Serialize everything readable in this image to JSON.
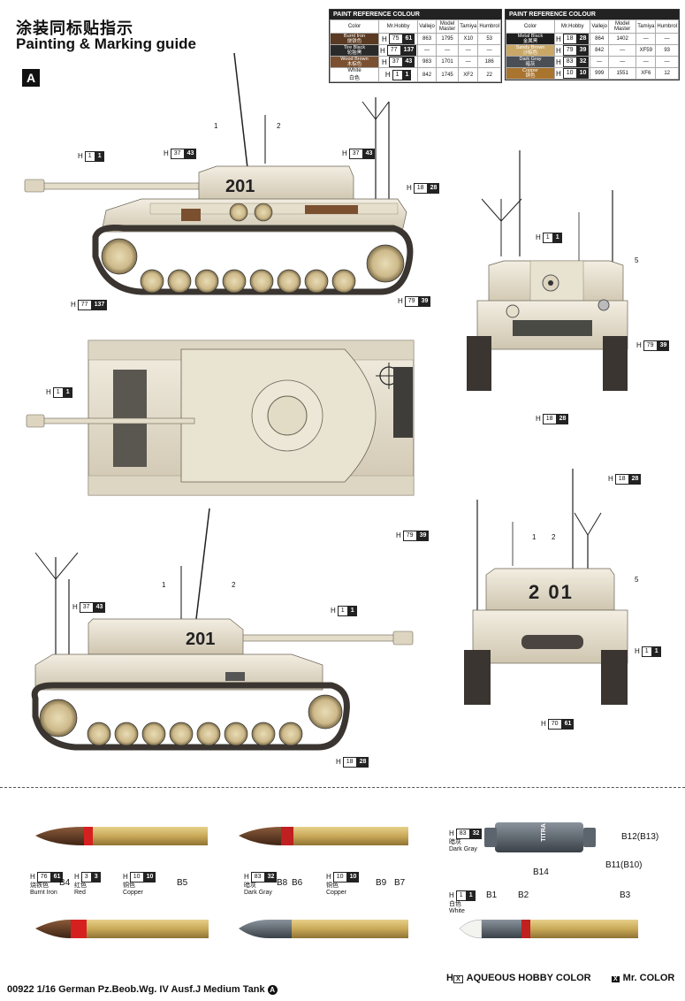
{
  "header": {
    "title_cn": "涂装同标贴指示",
    "title_en": "Painting & Marking guide",
    "badge": "A"
  },
  "paint_tables": [
    {
      "title": "PAINT REFERENCE COLOUR",
      "columns": [
        "Color",
        "Mr.Hobby",
        "Vallejo",
        "Model Master",
        "Tamiya",
        "Humbrol"
      ],
      "rows": [
        {
          "color_en": "Burnt Iron",
          "color_cn": "烧铁色",
          "swatch": "#5a3a22",
          "h": "75",
          "m": "61",
          "vallejo": "863",
          "mm": "1795",
          "tamiya": "X10",
          "humbrol": "53"
        },
        {
          "color_en": "Tire Black",
          "color_cn": "轮胎黑",
          "swatch": "#2a2a2a",
          "h": "77",
          "m": "137",
          "vallejo": "—",
          "mm": "—",
          "tamiya": "—",
          "humbrol": "—"
        },
        {
          "color_en": "Wood Brown",
          "color_cn": "木棕色",
          "swatch": "#7a5030",
          "h": "37",
          "m": "43",
          "vallejo": "983",
          "mm": "1701",
          "tamiya": "—",
          "humbrol": "186"
        },
        {
          "color_en": "White",
          "color_cn": "白色",
          "swatch": "#ffffff",
          "h": "1",
          "m": "1",
          "vallejo": "842",
          "mm": "1745",
          "tamiya": "XF2",
          "humbrol": "22"
        }
      ]
    },
    {
      "title": "PAINT REFERENCE COLOUR",
      "columns": [
        "Color",
        "Mr.Hobby",
        "Vallejo",
        "Model Master",
        "Tamiya",
        "Humbrol"
      ],
      "rows": [
        {
          "color_en": "Metal Black",
          "color_cn": "金属黑",
          "swatch": "#1e1e1e",
          "h": "18",
          "m": "28",
          "vallejo": "864",
          "mm": "1402",
          "tamiya": "—",
          "humbrol": "—"
        },
        {
          "color_en": "Sandy Brown",
          "color_cn": "沙棕色",
          "swatch": "#c9a766",
          "h": "79",
          "m": "39",
          "vallejo": "842",
          "mm": "—",
          "tamiya": "XF59",
          "humbrol": "93"
        },
        {
          "color_en": "Dark Gray",
          "color_cn": "暗灰",
          "swatch": "#4a4f55",
          "h": "83",
          "m": "32",
          "vallejo": "—",
          "mm": "—",
          "tamiya": "—",
          "humbrol": "—"
        },
        {
          "color_en": "Copper",
          "color_cn": "铜色",
          "swatch": "#a8742e",
          "h": "10",
          "m": "10",
          "vallejo": "999",
          "mm": "1551",
          "tamiya": "XF6",
          "humbrol": "12"
        }
      ]
    }
  ],
  "callouts": {
    "side1": [
      {
        "h": "1",
        "m": "1"
      },
      {
        "h": "37",
        "m": "43"
      },
      {
        "h": "37",
        "m": "43"
      },
      {
        "h": "18",
        "m": "28"
      },
      {
        "h": "77",
        "m": "137"
      },
      {
        "h": "79",
        "m": "39"
      }
    ],
    "front": [
      {
        "h": "1",
        "m": "1"
      },
      {
        "h": "79",
        "m": "39"
      },
      {
        "h": "18",
        "m": "28"
      }
    ],
    "top": [
      {
        "h": "1",
        "m": "1"
      },
      {
        "h": "79",
        "m": "39"
      }
    ],
    "side2": [
      {
        "h": "37",
        "m": "43"
      },
      {
        "h": "1",
        "m": "1"
      },
      {
        "h": "18",
        "m": "28"
      }
    ],
    "rear": [
      {
        "h": "18",
        "m": "28"
      },
      {
        "h": "1",
        "m": "1"
      },
      {
        "h": "70",
        "m": "61"
      }
    ]
  },
  "part_numbers": {
    "one": "1",
    "two": "2",
    "five": "5"
  },
  "tank_number_side": "201",
  "tank_number_rear": "2 01",
  "shells": {
    "upper_left": [
      {
        "h": "76",
        "m": "61",
        "cn": "烧铁色",
        "en": "Burnt Iron"
      },
      {
        "h": "3",
        "m": "3",
        "cn": "红色",
        "en": "Red"
      },
      {
        "h": "10",
        "m": "10",
        "cn": "铜色",
        "en": "Copper"
      }
    ],
    "upper_mid": [
      {
        "h": "83",
        "m": "32",
        "cn": "暗灰",
        "en": "Dark Gray"
      },
      {
        "h": "10",
        "m": "10",
        "cn": "铜色",
        "en": "Copper"
      }
    ],
    "right_top": {
      "h": "83",
      "m": "32",
      "cn": "暗灰",
      "en": "Dark Gray"
    },
    "right_bottom": {
      "h": "1",
      "m": "1",
      "cn": "白色",
      "en": "White"
    },
    "labels": {
      "b4": "B4",
      "b5": "B5",
      "b8": "B8",
      "b6": "B6",
      "b9": "B9",
      "b7": "B7",
      "b12": "B12(B13)",
      "b11": "B11(B10)",
      "b14": "B14",
      "b1": "B1",
      "b2": "B2",
      "b3": "B3"
    },
    "container_text": "TITRA"
  },
  "legend": {
    "aqueous_h": "H",
    "aqueous_box": "X",
    "aqueous": "AQUEOUS HOBBY COLOR",
    "mr_box": "X",
    "mr": "Mr. COLOR"
  },
  "footer": {
    "text": "00922  1/16  German Pz.Beob.Wg. IV Ausf.J Medium Tank",
    "badge": "A"
  },
  "colors": {
    "tank_base": "#ece6d6",
    "tank_shadow": "#c9c1ac",
    "track": "#3a3530",
    "wheel": "#d8c89a",
    "wood": "#7a5030",
    "copper": "#c09a45",
    "black": "#222222"
  }
}
